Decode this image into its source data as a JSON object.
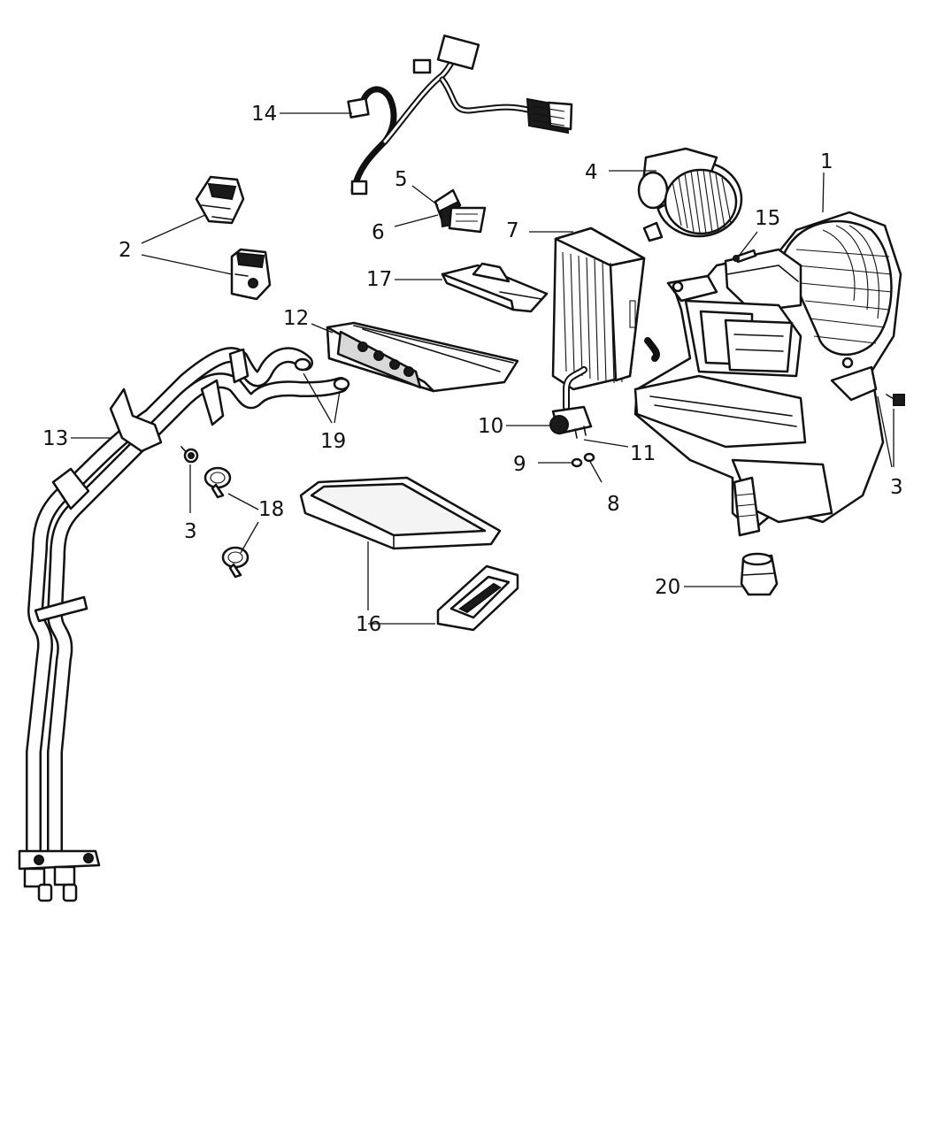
{
  "callouts": {
    "c1": "1",
    "c2": "2",
    "c3a": "3",
    "c3b": "3",
    "c4": "4",
    "c5": "5",
    "c6": "6",
    "c7": "7",
    "c8": "8",
    "c9": "9",
    "c10": "10",
    "c11": "11",
    "c12": "12",
    "c13": "13",
    "c14": "14",
    "c15": "15",
    "c16": "16",
    "c17": "17",
    "c18": "18",
    "c19": "19",
    "c20": "20"
  }
}
